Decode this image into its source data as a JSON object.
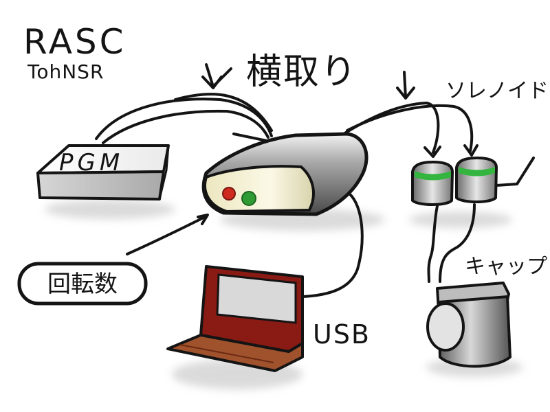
{
  "texts": {
    "title_rasc": "RASC",
    "subtitle_tohnsr": "TohNSR",
    "label_yokodori": "横取り",
    "label_solenoid": "ソレノイド",
    "label_pgm": "PGM",
    "label_rpm": "回転数",
    "label_usb": "USB",
    "label_cap": "キャップ"
  },
  "colors": {
    "ink": "#141414",
    "shadow": "#bdbdbd",
    "device_body": "#8e8e8e",
    "device_face": "#f3efcf",
    "led_red": "#cf2a1e",
    "led_green": "#2f9b35",
    "solenoid_green": "#33b53f",
    "laptop_red": "#8a1a14",
    "laptop_brown": "#a0522d",
    "box_gray": "#c9c9c9"
  },
  "icons": {
    "rasc_device": "controller-box-icon",
    "pgm_box": "ecu-box-icon",
    "laptop": "laptop-icon",
    "solenoid": "solenoid-valve-icon",
    "cap": "fuel-cap-icon"
  }
}
